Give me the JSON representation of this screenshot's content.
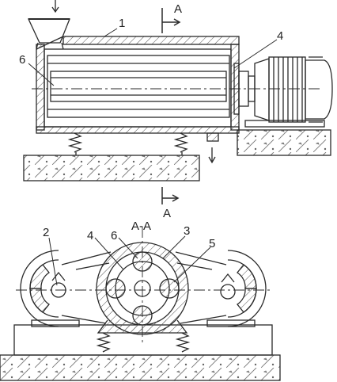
{
  "drawing": {
    "ink_color": "#2a2a2a",
    "paper_color": "#ffffff",
    "hatch_color": "#555555",
    "top_view": {
      "callouts": [
        "1",
        "4",
        "6"
      ],
      "section_mark_letter": "A"
    },
    "section_view": {
      "title": "A-A",
      "callouts": [
        "2",
        "4",
        "6",
        "3",
        "5"
      ]
    },
    "lower_section_mark_letter": "A"
  }
}
